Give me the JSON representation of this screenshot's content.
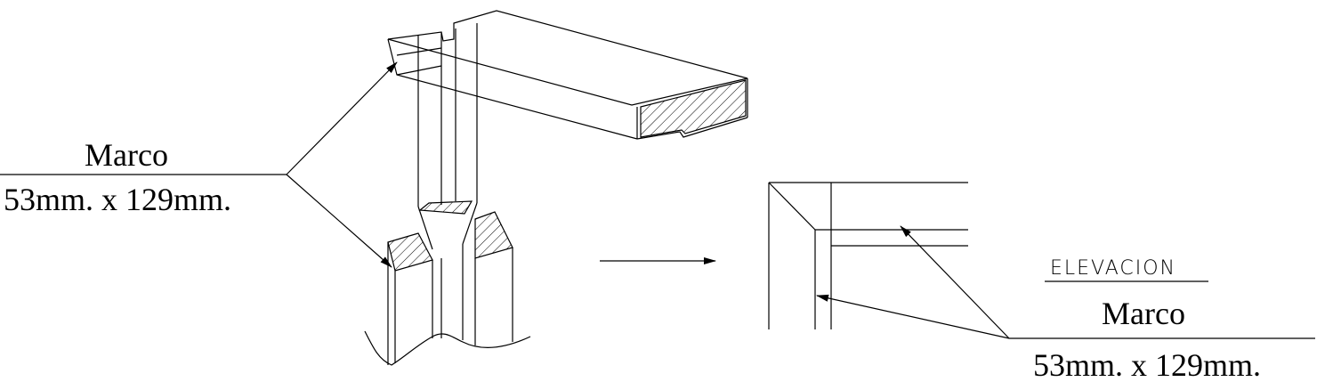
{
  "left_callout": {
    "title": "Marco",
    "dimension": "53mm. x 129mm."
  },
  "elevation_view": {
    "label": "ELEVACION",
    "title": "Marco",
    "dimension": "53mm. x 129mm."
  },
  "colors": {
    "line": "#000000",
    "background": "#ffffff"
  }
}
